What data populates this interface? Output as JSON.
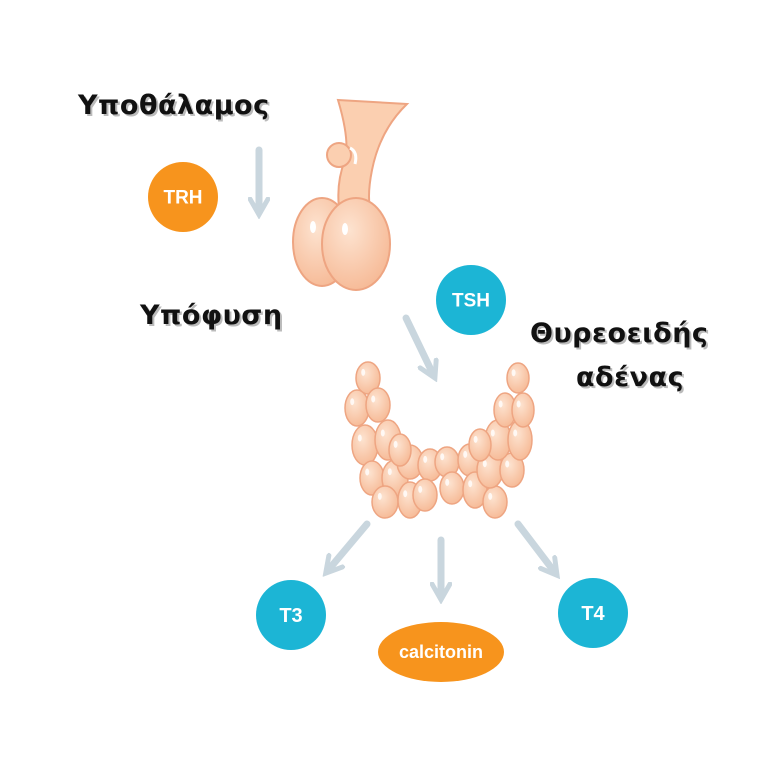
{
  "labels": {
    "hypothalamus": "Υποθάλαμος",
    "pituitary": "Υπόφυση",
    "thyroid_line1": "Θυρεοειδής",
    "thyroid_line2": "αδένας"
  },
  "hormones": {
    "trh": "TRH",
    "tsh": "TSH",
    "t3": "T3",
    "t4": "T4",
    "calcitonin": "calcitonin"
  },
  "colors": {
    "orange": "#f7941d",
    "cyan": "#1cb5d5",
    "arrow": "#c9d6de",
    "tissue": "#f9c9a8",
    "tissue_edge": "#eea582"
  }
}
